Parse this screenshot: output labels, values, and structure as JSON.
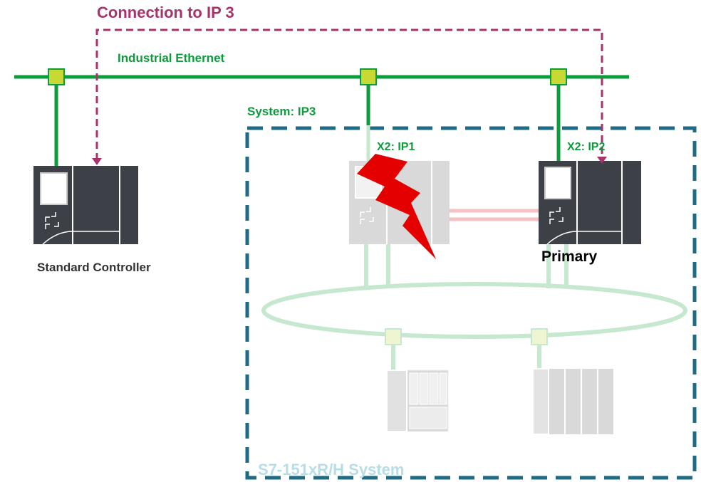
{
  "labels": {
    "connection": "Connection to IP 3",
    "ethernet": "Industrial Ethernet",
    "system_ip": "System: IP3",
    "x2_ip1": "X2: IP1",
    "x2_ip2": "X2: IP2",
    "primary": "Primary",
    "standard_controller": "Standard Controller",
    "system_name": "S7-151xR/H System"
  },
  "colors": {
    "ethernet_green": "#0c9c3c",
    "connection_magenta": "#a8336b",
    "system_border_blue": "#1f6b86",
    "switch_fill": "#c9d934",
    "ring_light_green": "#c6e8cf",
    "sync_pink": "#f6c1c1",
    "device_dark": "#3d4047",
    "device_light": "#d9d9d9",
    "fault_red": "#e50000",
    "system_label_light": "#b7dde7"
  },
  "devices": [
    {
      "id": "standard-controller",
      "state": "active"
    },
    {
      "id": "cpu-left",
      "state": "failed"
    },
    {
      "id": "cpu-right",
      "state": "primary"
    },
    {
      "id": "io-station-1",
      "state": "inactive"
    },
    {
      "id": "io-station-2",
      "state": "inactive"
    }
  ]
}
